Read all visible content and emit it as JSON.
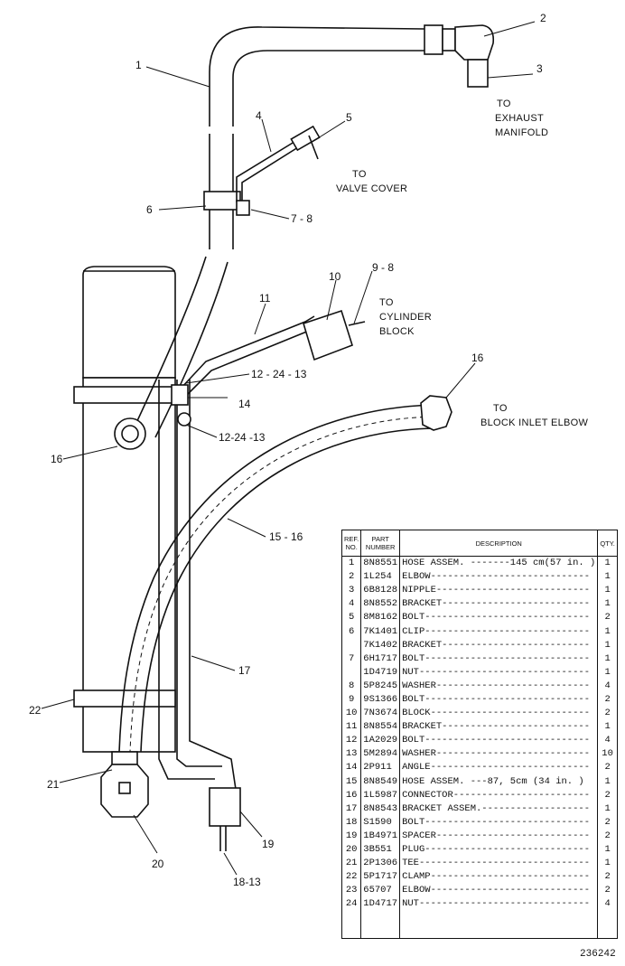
{
  "callouts": {
    "c1": "1",
    "c2": "2",
    "c3": "3",
    "c4": "4",
    "c5": "5",
    "c6": "6",
    "c7_8": "7 - 8",
    "c9_8": "9 - 8",
    "c10": "10",
    "c11": "11",
    "c12_24_13a": "12 - 24 - 13",
    "c12_24_13b": "12-24 -13",
    "c14": "14",
    "c16a": "16",
    "c16b": "16",
    "c15_16": "15 - 16",
    "c17": "17",
    "c22": "22",
    "c21": "21",
    "c20": "20",
    "c19": "19",
    "c18_13": "18-13"
  },
  "destinations": {
    "exhaust": [
      "TO",
      "EXHAUST",
      "MANIFOLD"
    ],
    "valve_cover": [
      "TO",
      "VALVE COVER"
    ],
    "cylinder_block": [
      "TO",
      "CYLINDER",
      "BLOCK"
    ],
    "block_inlet": [
      "TO",
      "BLOCK INLET ELBOW"
    ]
  },
  "table": {
    "headers": {
      "ref": "REF. NO.",
      "part": "PART NUMBER",
      "desc": "DESCRIPTION",
      "qty": "QTY."
    },
    "rows": [
      {
        "ref": "1",
        "part": "8N8551",
        "desc": "HOSE ASSEM. -------145 cm(57 in. )",
        "qty": "1"
      },
      {
        "ref": "2",
        "part": "1L254",
        "desc": "ELBOW----------------------------",
        "qty": "1"
      },
      {
        "ref": "3",
        "part": "6B8128",
        "desc": "NIPPLE---------------------------",
        "qty": "1"
      },
      {
        "ref": "4",
        "part": "8N8552",
        "desc": "BRACKET--------------------------",
        "qty": "1"
      },
      {
        "ref": "5",
        "part": "8M8162",
        "desc": "BOLT-----------------------------",
        "qty": "2"
      },
      {
        "ref": "6",
        "part": "7K1401",
        "desc": "CLIP-----------------------------",
        "qty": "1"
      },
      {
        "ref": "",
        "part": "7K1402",
        "desc": "BRACKET--------------------------",
        "qty": "1"
      },
      {
        "ref": "7",
        "part": "6H1717",
        "desc": "BOLT-----------------------------",
        "qty": "1"
      },
      {
        "ref": "",
        "part": "1D4719",
        "desc": "NUT------------------------------",
        "qty": "1"
      },
      {
        "ref": "8",
        "part": "5P8245",
        "desc": "WASHER---------------------------",
        "qty": "4"
      },
      {
        "ref": "9",
        "part": "9S1366",
        "desc": "BOLT-----------------------------",
        "qty": "2"
      },
      {
        "ref": "10",
        "part": "7N3674",
        "desc": "BLOCK----------------------------",
        "qty": "2"
      },
      {
        "ref": "11",
        "part": "8N8554",
        "desc": "BRACKET--------------------------",
        "qty": "1"
      },
      {
        "ref": "12",
        "part": "1A2029",
        "desc": "BOLT-----------------------------",
        "qty": "4"
      },
      {
        "ref": "13",
        "part": "5M2894",
        "desc": "WASHER---------------------------",
        "qty": "10"
      },
      {
        "ref": "14",
        "part": "2P911",
        "desc": "ANGLE----------------------------",
        "qty": "2"
      },
      {
        "ref": "15",
        "part": "8N8549",
        "desc": "HOSE ASSEM. ---87, 5cm (34 in. )",
        "qty": "1"
      },
      {
        "ref": "16",
        "part": "1L5987",
        "desc": "CONNECTOR------------------------",
        "qty": "2"
      },
      {
        "ref": "17",
        "part": "8N8543",
        "desc": "BRACKET ASSEM.-------------------",
        "qty": "1"
      },
      {
        "ref": "18",
        "part": "S1590",
        "desc": "BOLT-----------------------------",
        "qty": "2"
      },
      {
        "ref": "19",
        "part": "1B4971",
        "desc": "SPACER---------------------------",
        "qty": "2"
      },
      {
        "ref": "20",
        "part": "3B551",
        "desc": "PLUG-----------------------------",
        "qty": "1"
      },
      {
        "ref": "21",
        "part": "2P1306",
        "desc": "TEE------------------------------",
        "qty": "1"
      },
      {
        "ref": "22",
        "part": "5P1717",
        "desc": "CLAMP----------------------------",
        "qty": "2"
      },
      {
        "ref": "23",
        "part": "65707",
        "desc": "ELBOW----------------------------",
        "qty": "2"
      },
      {
        "ref": "24",
        "part": "1D4717",
        "desc": "NUT------------------------------",
        "qty": "4"
      }
    ]
  },
  "figure_number": "236242"
}
